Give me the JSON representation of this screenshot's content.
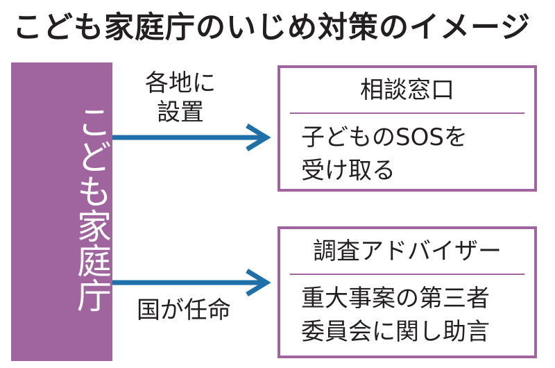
{
  "title": "こども家庭庁のいじめ対策のイメージ",
  "colors": {
    "accent": "#a0649e",
    "arrow": "#1f6fa8",
    "text": "#231f20"
  },
  "agency": {
    "label": "こども家庭庁"
  },
  "top_arrow": {
    "label_line1": "各地に",
    "label_line2": "設置"
  },
  "bottom_arrow": {
    "label": "国が任命"
  },
  "consultation_box": {
    "heading": "相談窓口",
    "line1": "子どものSOSを",
    "line2": "受け取る"
  },
  "adviser_box": {
    "heading": "調査アドバイザー",
    "line1": "重大事案の第三者",
    "line2": "委員会に関し助言"
  }
}
